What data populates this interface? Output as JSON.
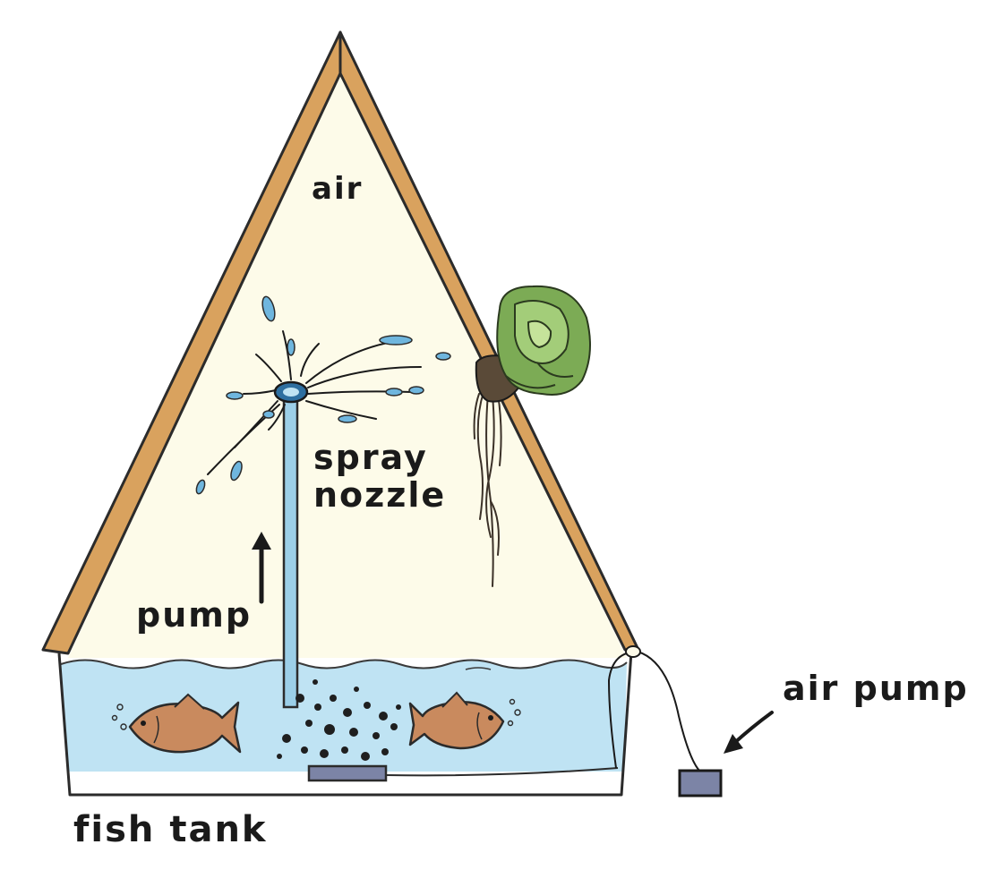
{
  "labels": {
    "air": "air",
    "spray": "spray",
    "nozzle": "nozzle",
    "pump": "pump",
    "air_pump": "air pump",
    "fish_tank": "fish tank"
  },
  "colors": {
    "frame": "#d9a25e",
    "frame_outline": "#2b2b2b",
    "interior": "#fdfbe9",
    "water": "#bfe3f3",
    "water_line": "#3a3a3a",
    "pipe": "#9ccfe8",
    "droplet": "#6fb6de",
    "fish": "#c98a5e",
    "lettuce": "#7cab55",
    "roots": "#3b3128",
    "air_pump_box": "#7c84a6"
  }
}
